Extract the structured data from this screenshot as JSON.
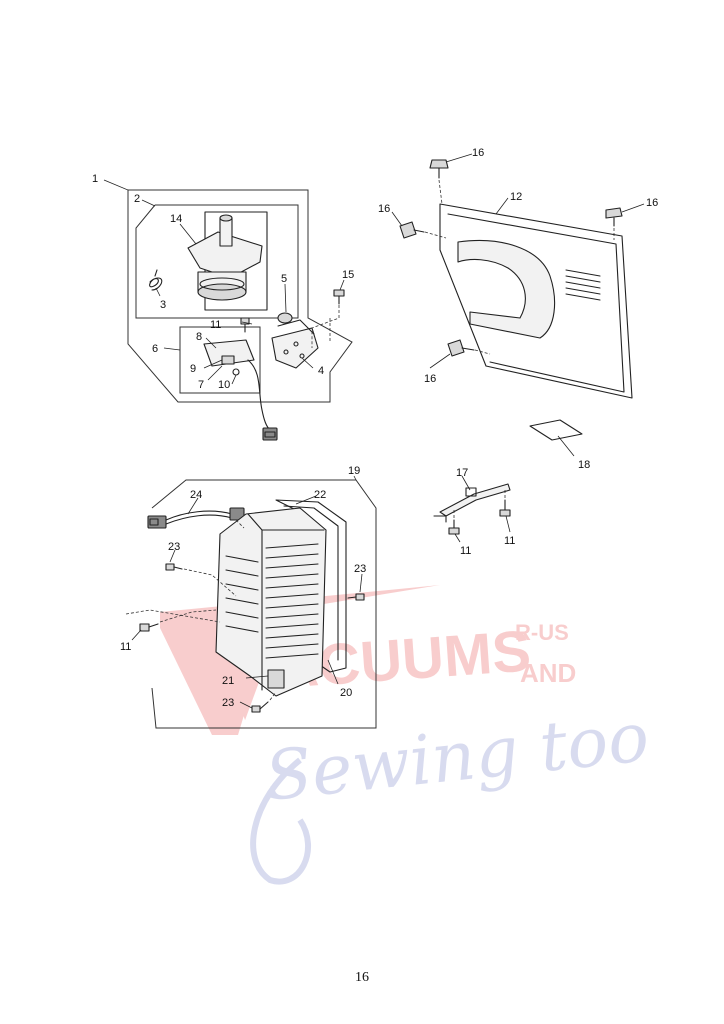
{
  "page": {
    "number": "16"
  },
  "callouts": {
    "c1": "1",
    "c2": "2",
    "c3": "3",
    "c4": "4",
    "c5": "5",
    "c6": "6",
    "c7": "7",
    "c8": "8",
    "c9": "9",
    "c10": "10",
    "c11a": "11",
    "c11b": "11",
    "c11c": "11",
    "c11d": "11",
    "c12": "12",
    "c14": "14",
    "c15": "15",
    "c16a": "16",
    "c16b": "16",
    "c16c": "16",
    "c16d": "16",
    "c17": "17",
    "c18": "18",
    "c19": "19",
    "c20": "20",
    "c21": "21",
    "c22": "22",
    "c23a": "23",
    "c23b": "23",
    "c23c": "23",
    "c24": "24"
  },
  "watermark": {
    "line1": "ACUUMS",
    "badge_top": "R-US",
    "badge_bottom": "AND",
    "line2": "Sewing too",
    "colors": {
      "red": "#f3a6a6",
      "blue": "#b9bfe2"
    }
  }
}
